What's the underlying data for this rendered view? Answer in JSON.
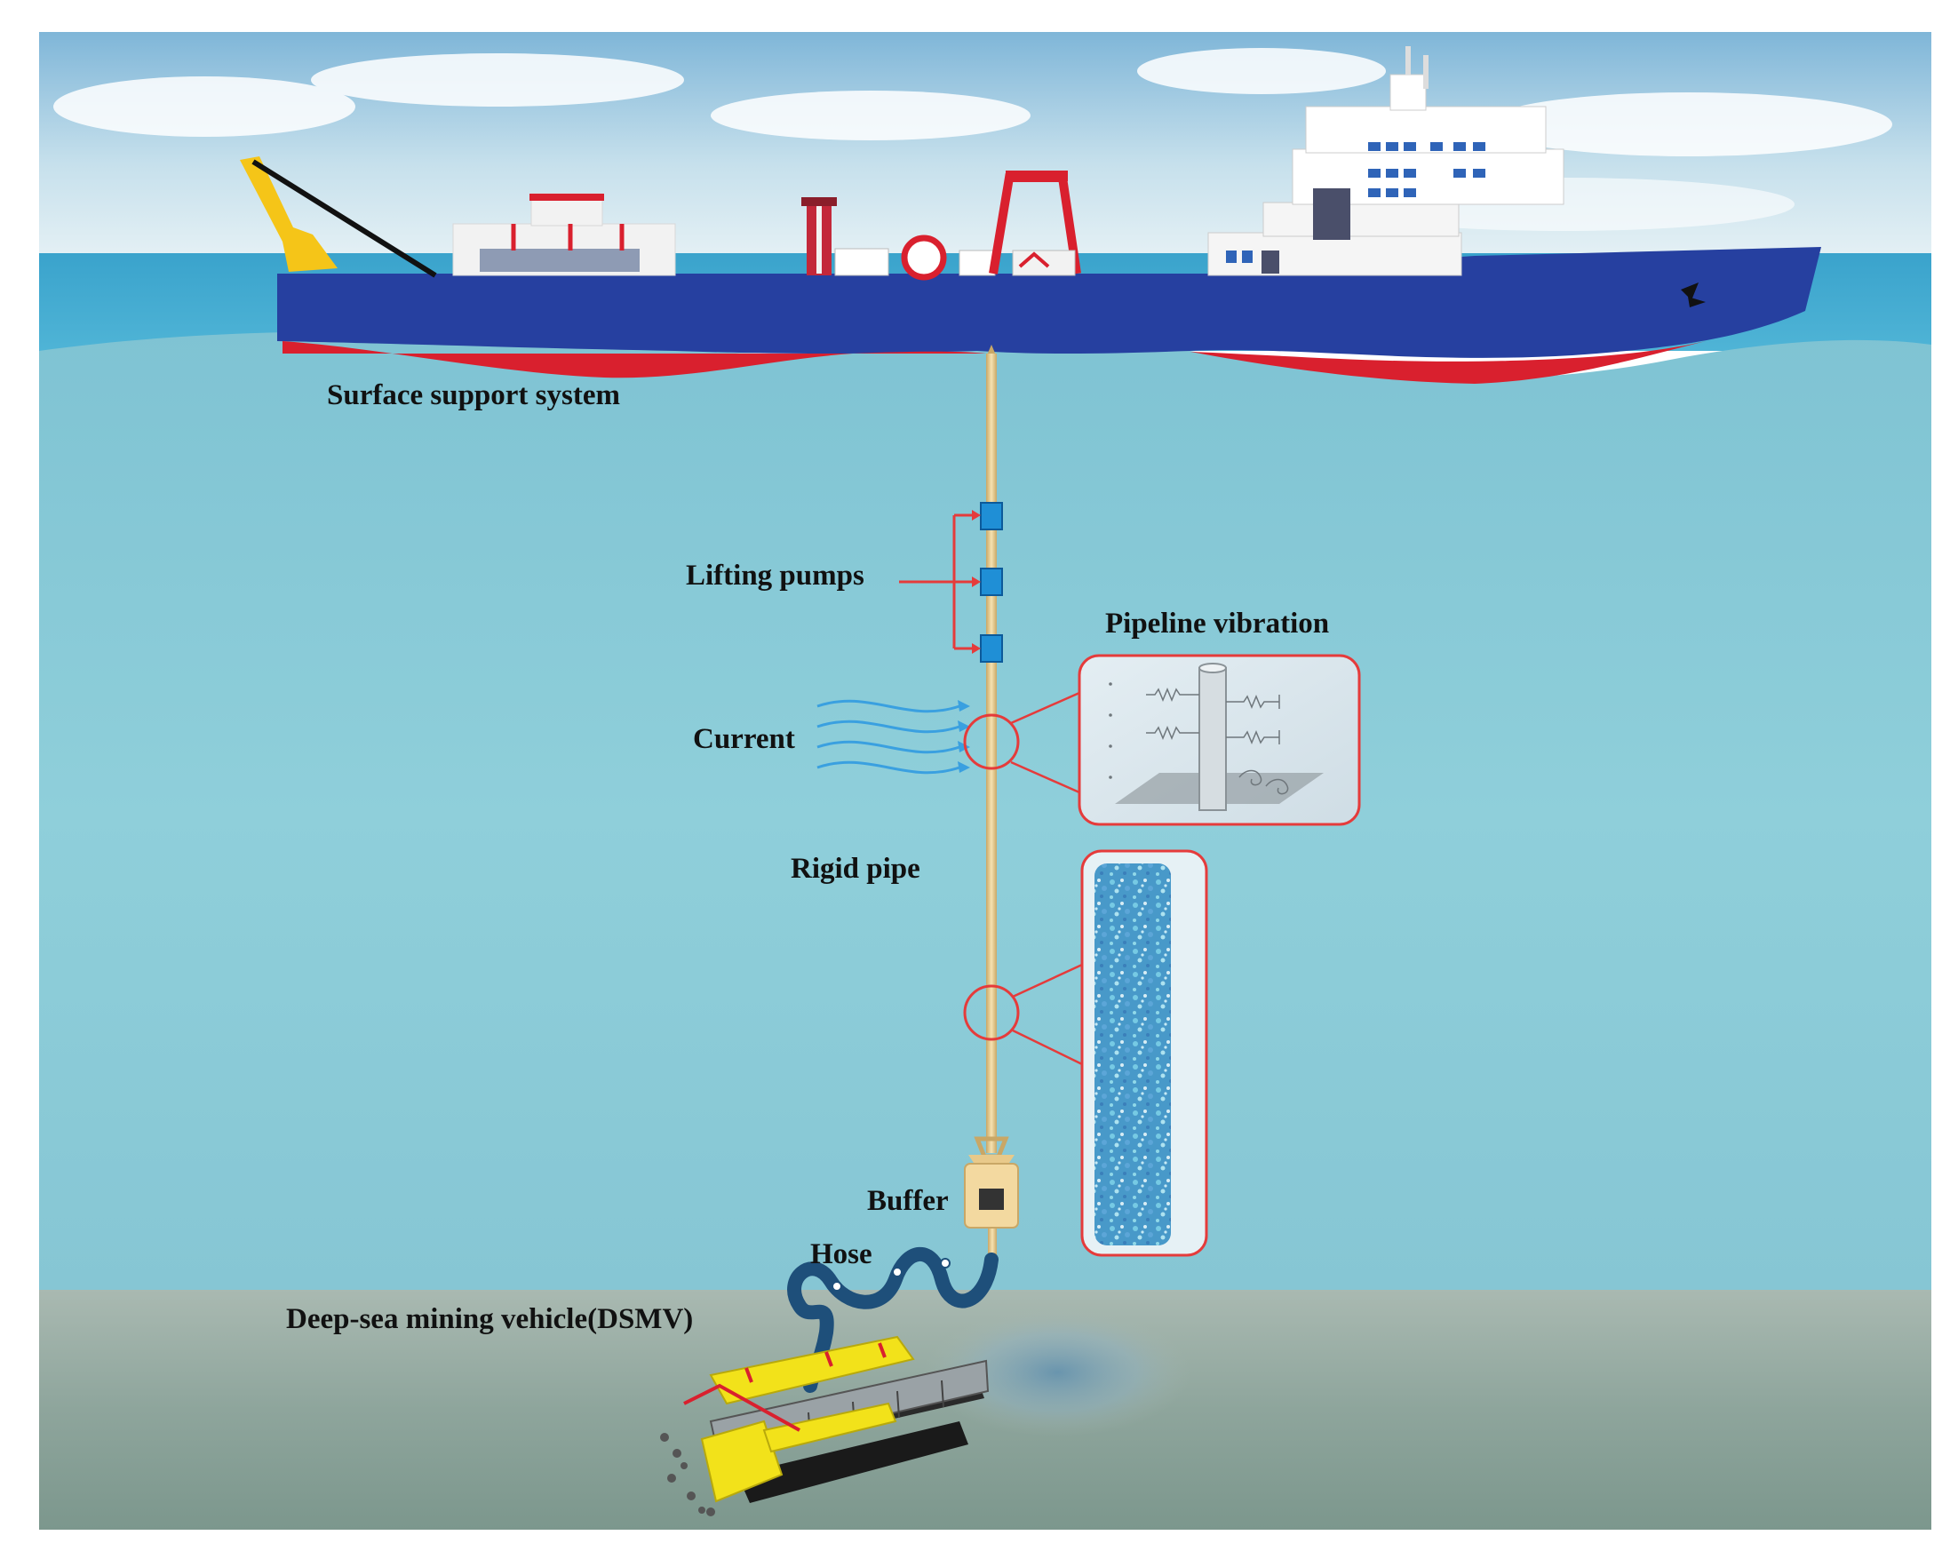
{
  "labels": {
    "surface_support": "Surface support system",
    "lifting_pumps": "Lifting pumps",
    "pipeline_vibration": "Pipeline vibration",
    "current": "Current",
    "rigid_pipe": "Rigid pipe",
    "buffer": "Buffer",
    "hose": "Hose",
    "dsmv": "Deep-sea mining vehicle(DSMV)"
  },
  "colors": {
    "sky_top": "#7fb6d8",
    "sky_bottom": "#e9f3f6",
    "sea": "#8ccbd6",
    "seabed": "#8fa59f",
    "hull": "#2640a0",
    "hull_bottom": "#d9202e",
    "pipe": "#e8c98a",
    "pump": "#1f8fd6",
    "callout": "#e53b3b",
    "current": "#3aa0e0",
    "vehicle": "#f2e21a",
    "hose": "#1e4f7a",
    "crane": "#f5c518"
  }
}
